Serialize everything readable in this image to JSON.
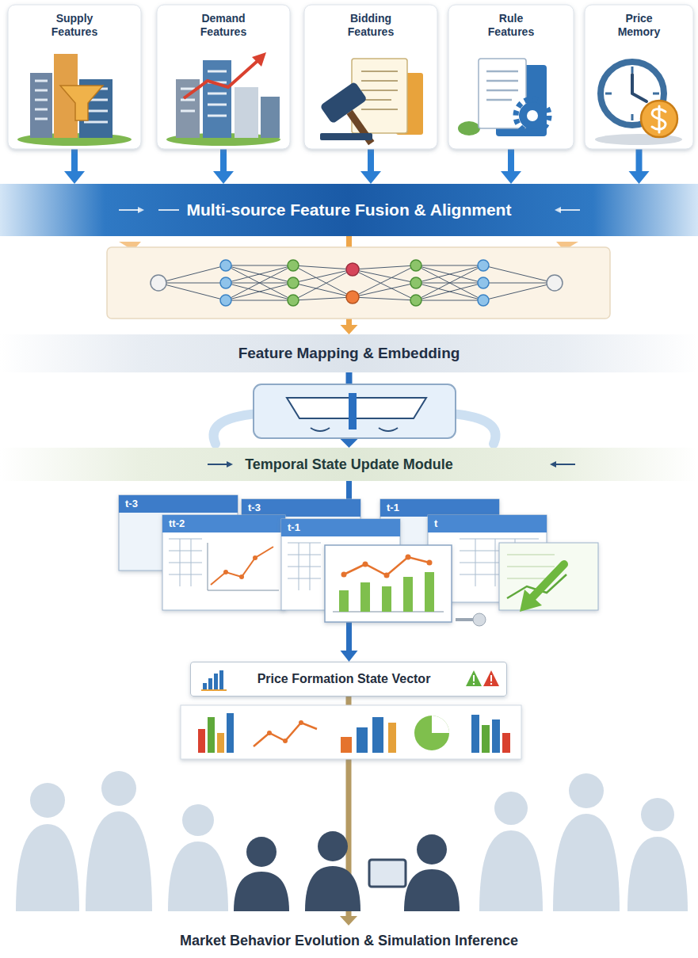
{
  "diagram": {
    "nodes": [
      {
        "text": [
          "Supply Features"
        ]
      },
      {
        "text": [
          "Demand Features"
        ]
      },
      {
        "text": [
          "Bidding Features"
        ]
      },
      {
        "text": [
          "Rule Features"
        ]
      },
      {
        "text": [
          "Price Memory"
        ]
      },
      {
        "text": [
          "Multi-source Feature Fusion & Alignment"
        ]
      },
      {
        "text": [
          "Feature Mapping & Embedding"
        ]
      },
      {
        "text": [
          "Temporal State Update Module"
        ]
      },
      {
        "text": [
          "Price Formation State Vector"
        ]
      },
      {
        "text": [
          "Market Behavior Evolution & Simulation Inference"
        ]
      }
    ],
    "edges": [
      {
        "from": 0,
        "to": 5,
        "arrow": "to"
      },
      {
        "from": 1,
        "to": 5,
        "arrow": "to"
      },
      {
        "from": 2,
        "to": 5,
        "arrow": "to"
      },
      {
        "from": 3,
        "to": 5,
        "arrow": "to"
      },
      {
        "from": 4,
        "to": 5,
        "arrow": "to"
      },
      {
        "from": 5,
        "to": 6,
        "arrow": "to"
      },
      {
        "from": 6,
        "to": 7,
        "arrow": "to"
      },
      {
        "from": 7,
        "to": 8,
        "arrow": "to"
      },
      {
        "from": 8,
        "to": 9,
        "arrow": "to"
      }
    ],
    "labels": [
      "t-3",
      "tt-2",
      "t-3",
      "t-1",
      "t-1",
      "t"
    ]
  }
}
